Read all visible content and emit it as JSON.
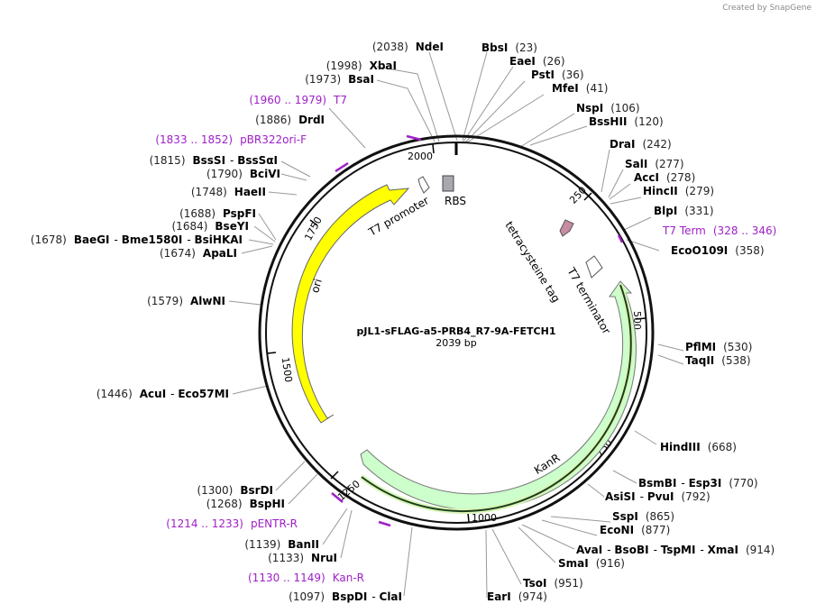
{
  "credit": "Created by SnapGene",
  "plasmid": {
    "name": "pJL1-sFLAG-a5-PRB4_R7-9A-FETCH1",
    "size_text": "2039 bp",
    "length": 2039
  },
  "ticks": [
    "250",
    "500",
    "750",
    "1000",
    "1250",
    "1500",
    "1750",
    "2000"
  ],
  "features": {
    "t7_promoter": "T7 promoter",
    "rbs": "RBS",
    "tetracysteine_tag": "tetracysteine tag",
    "t7_terminator": "T7 terminator",
    "ori": "ori",
    "kanr": "KanR"
  },
  "colors": {
    "ori": "#ffff00",
    "kanr": "#ccffcc",
    "primer": "#a020c8",
    "rbs": "#a7a9ac",
    "tag": "#c88ba4",
    "backbone": "#111111"
  },
  "sites": [
    {
      "pos": "(2038)",
      "name": "NdeI"
    },
    {
      "pos": "(1998)",
      "name": "XbaI"
    },
    {
      "pos": "(1973)",
      "name": "BsaI"
    },
    {
      "pos": "(1960 .. 1979)",
      "name": "T7"
    },
    {
      "pos": "(1886)",
      "name": "DrdI"
    },
    {
      "pos": "(1833 .. 1852)",
      "name": "pBR322ori-F"
    },
    {
      "pos": "(1815)",
      "name": "BssSI",
      "name2": "BssSαI"
    },
    {
      "pos": "(1790)",
      "name": "BciVI"
    },
    {
      "pos": "(1748)",
      "name": "HaeII"
    },
    {
      "pos": "(1688)",
      "name": "PspFI"
    },
    {
      "pos": "(1684)",
      "name": "BseYI"
    },
    {
      "pos": "(1678)",
      "name": "BaeGI",
      "name2": "Bme1580I",
      "name3": "BsiHKAI"
    },
    {
      "pos": "(1674)",
      "name": "ApaLI"
    },
    {
      "pos": "(1579)",
      "name": "AlwNI"
    },
    {
      "pos": "(1446)",
      "name": "AcuI",
      "name2": "Eco57MI"
    },
    {
      "pos": "(1300)",
      "name": "BsrDI"
    },
    {
      "pos": "(1268)",
      "name": "BspHI"
    },
    {
      "pos": "(1214 .. 1233)",
      "name": "pENTR-R"
    },
    {
      "pos": "(1139)",
      "name": "BanII"
    },
    {
      "pos": "(1133)",
      "name": "NruI"
    },
    {
      "pos": "(1130 .. 1149)",
      "name": "Kan-R"
    },
    {
      "pos": "(1097)",
      "name": "BspDI",
      "name2": "ClaI"
    },
    {
      "pos": "(23)",
      "name": "BbsI"
    },
    {
      "pos": "(26)",
      "name": "EaeI"
    },
    {
      "pos": "(36)",
      "name": "PstI"
    },
    {
      "pos": "(41)",
      "name": "MfeI"
    },
    {
      "pos": "(106)",
      "name": "NspI"
    },
    {
      "pos": "(120)",
      "name": "BssHII"
    },
    {
      "pos": "(242)",
      "name": "DraI"
    },
    {
      "pos": "(277)",
      "name": "SalI"
    },
    {
      "pos": "(278)",
      "name": "AccI"
    },
    {
      "pos": "(279)",
      "name": "HincII"
    },
    {
      "pos": "(331)",
      "name": "BlpI"
    },
    {
      "pos": "(328 .. 346)",
      "name": "T7 Term"
    },
    {
      "pos": "(358)",
      "name": "EcoO109I"
    },
    {
      "pos": "(530)",
      "name": "PflMI"
    },
    {
      "pos": "(538)",
      "name": "TaqII"
    },
    {
      "pos": "(668)",
      "name": "HindIII"
    },
    {
      "pos": "(770)",
      "name": "BsmBI",
      "name2": "Esp3I"
    },
    {
      "pos": "(792)",
      "name": "AsiSI",
      "name2": "PvuI"
    },
    {
      "pos": "(865)",
      "name": "SspI"
    },
    {
      "pos": "(877)",
      "name": "EcoNI"
    },
    {
      "pos": "(914)",
      "name": "AvaI",
      "name2": "BsoBI",
      "name3": "TspMI",
      "name4": "XmaI"
    },
    {
      "pos": "(916)",
      "name": "SmaI"
    },
    {
      "pos": "(951)",
      "name": "TsoI"
    },
    {
      "pos": "(974)",
      "name": "EarI"
    }
  ]
}
